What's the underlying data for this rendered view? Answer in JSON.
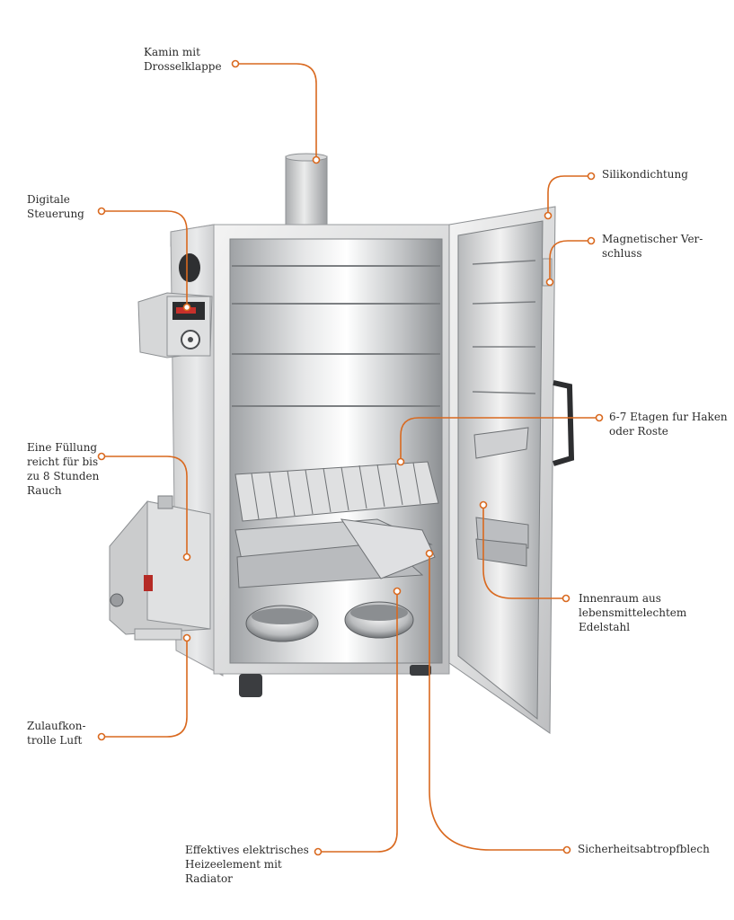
{
  "accent_color": "#d9691f",
  "callouts": [
    {
      "id": "chimney",
      "text": "Kamin mit\nDrosselklappe"
    },
    {
      "id": "digital-control",
      "text": "Digitale\nSteuerung"
    },
    {
      "id": "smoke-fill",
      "text": "Eine Füllung\nreicht für bis\nzu 8 Stunden\nRauch"
    },
    {
      "id": "air-control",
      "text": "Zulaufkon-\ntrolle Luft"
    },
    {
      "id": "heating-element",
      "text": "Effektives elektrisches\nHeizeelement mit\nRadiator"
    },
    {
      "id": "silicone-seal",
      "text": "Silikondichtung"
    },
    {
      "id": "magnetic-lock",
      "text": "Magnetischer Ver-\nschluss"
    },
    {
      "id": "levels",
      "text": "6-7 Etagen fur Haken\noder Roste"
    },
    {
      "id": "interior",
      "text": "Innenraum aus\nlebensmittelechtem\nEdelstahl"
    },
    {
      "id": "drip-tray",
      "text": "Sicherheitsabtropfblech"
    }
  ]
}
